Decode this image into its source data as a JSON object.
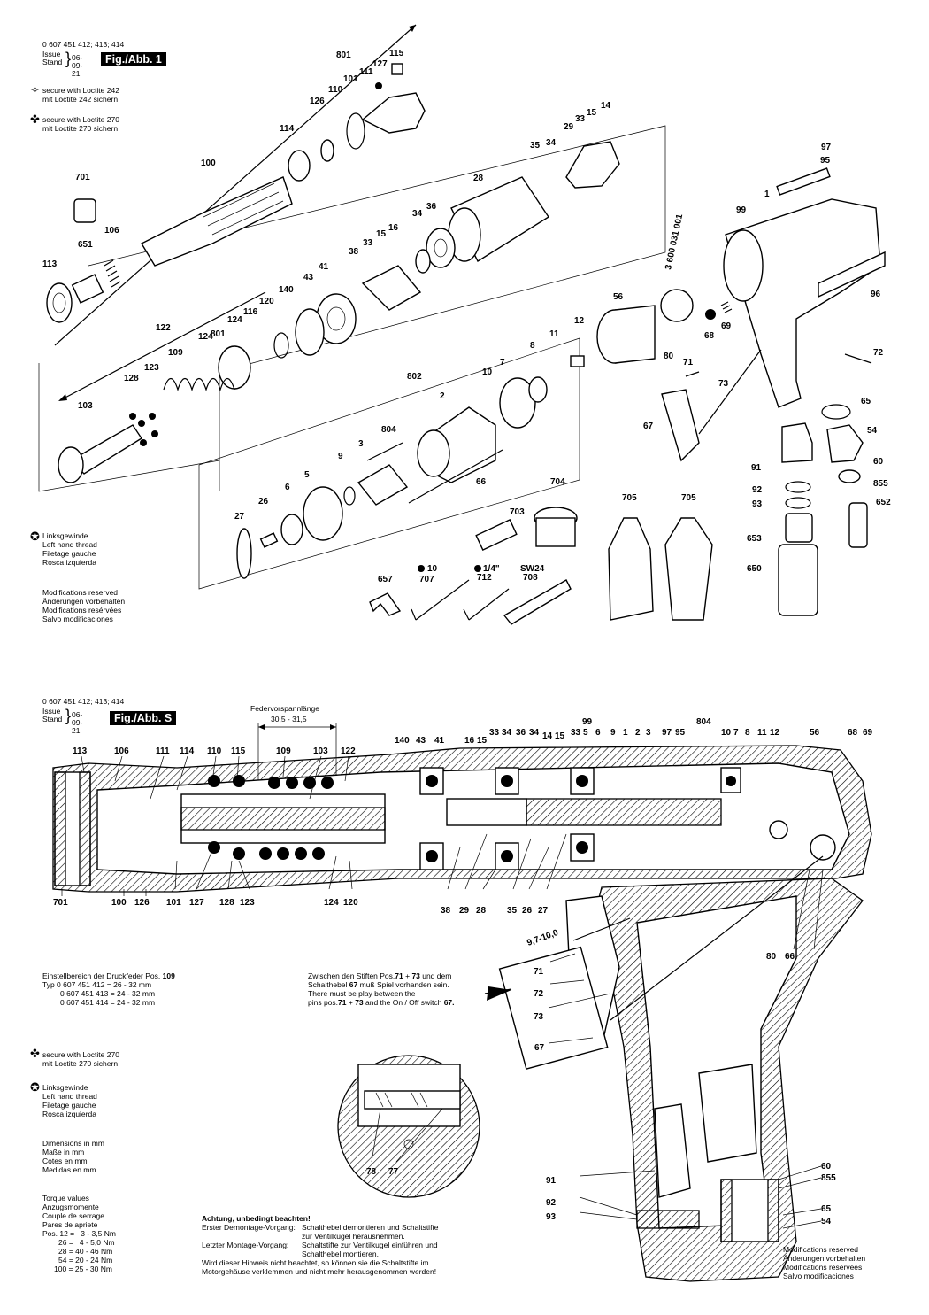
{
  "sheet1": {
    "header": {
      "type_numbers": "0 607 451 412; 413; 414",
      "issue_label": "Issue",
      "stand_label": "Stand",
      "date": "06-09-21",
      "figure": "Fig./Abb. 1"
    },
    "legend": {
      "loctite242_en": "secure with Loctite 242",
      "loctite242_de": "mit Loctite 242 sichern",
      "loctite270_en": "secure with Loctite 270",
      "loctite270_de": "mit Loctite 270 sichern"
    },
    "left_hand_thread": [
      "Linksgewinde",
      "Left hand thread",
      "Filetage gauche",
      "Rosca izquierda"
    ],
    "modifications": [
      "Modifications reserved",
      "Änderungen vorbehalten",
      "Modifications resérvées",
      "Salvo modificaciones"
    ],
    "stamp_number": "3 600 031 001",
    "tools": {
      "t707": "10",
      "t712": "1/4\"",
      "t708": "SW24"
    },
    "part_numbers": [
      "801",
      "115",
      "127",
      "111",
      "101",
      "110",
      "126",
      "114",
      "100",
      "701",
      "106",
      "651",
      "113",
      "14",
      "15",
      "33",
      "29",
      "34",
      "35",
      "28",
      "36",
      "34",
      "16",
      "15",
      "33",
      "38",
      "41",
      "43",
      "140",
      "120",
      "116",
      "124",
      "122",
      "801",
      "124",
      "109",
      "123",
      "128",
      "103",
      "802",
      "2",
      "10",
      "7",
      "8",
      "11",
      "12",
      "56",
      "804",
      "3",
      "9",
      "5",
      "6",
      "26",
      "27",
      "66",
      "704",
      "703",
      "705",
      "705",
      "657",
      "707",
      "712",
      "708",
      "97",
      "95",
      "1",
      "99",
      "96",
      "68",
      "69",
      "80",
      "71",
      "73",
      "72",
      "67",
      "65",
      "54",
      "60",
      "855",
      "652",
      "91",
      "92",
      "93",
      "653",
      "650"
    ]
  },
  "sheet2": {
    "header": {
      "type_numbers": "0 607 451 412; 413; 414",
      "issue_label": "Issue",
      "stand_label": "Stand",
      "date": "06-09-21",
      "figure": "Fig./Abb. S"
    },
    "spring_length": {
      "label": "Federvorspannlänge",
      "value": "30,5 - 31,5"
    },
    "top_labels": [
      "113",
      "106",
      "111",
      "114",
      "110",
      "115",
      "109",
      "103",
      "122",
      "140",
      "43",
      "41",
      "16",
      "15",
      "33",
      "34",
      "36",
      "34",
      "14",
      "15",
      "33",
      "5",
      "6",
      "9",
      "1",
      "2",
      "3",
      "97",
      "95",
      "804",
      "10",
      "7",
      "8",
      "11",
      "12",
      "56",
      "68",
      "69",
      "99"
    ],
    "bottom_labels": [
      "701",
      "100",
      "126",
      "101",
      "127",
      "128",
      "123",
      "124",
      "120",
      "38",
      "29",
      "28",
      "35",
      "26",
      "27"
    ],
    "detail_labels": [
      "9,7-10,0",
      "71",
      "72",
      "73",
      "67",
      "80",
      "66",
      "78",
      "77",
      "91",
      "92",
      "93",
      "60",
      "855",
      "65",
      "54"
    ],
    "spring_range": {
      "title": "Einstellbereich der Druckfeder Pos.",
      "pos": "109",
      "lines": [
        "Typ 0 607 451 412 = 26 - 32 mm",
        "0 607 451 413 = 24 - 32 mm",
        "0 607 451 414 = 24 - 32 mm"
      ]
    },
    "play_note": {
      "de_1": "Zwischen den Stiften Pos.",
      "p71": "71",
      "plus": " + ",
      "p73": "73",
      "de_2": " und dem",
      "de_3": "Schalthebel ",
      "p67": "67",
      "de_4": " muß Spiel vorhanden sein.",
      "en_1": "There must be play between the",
      "en_2": "pins pos.",
      "en_3": " and the On / Off switch ",
      "dot": "."
    },
    "legend": {
      "loctite270_en": "secure with Loctite 270",
      "loctite270_de": "mit Loctite 270 sichern"
    },
    "left_hand_thread": [
      "Linksgewinde",
      "Left hand thread",
      "Filetage gauche",
      "Rosca izquierda"
    ],
    "dimensions": [
      "Dimensions in mm",
      "Maße in mm",
      "Cotes en mm",
      "Medidas en mm"
    ],
    "torque": {
      "lines": [
        "Torque values",
        "Anzugsmomente",
        "Couple de serrage",
        "Pares de apriete"
      ],
      "values": [
        "Pos. 12 =   3 - 3,5 Nm",
        "26 =   4 - 5,0 Nm",
        "28 = 40 - 46 Nm",
        "54 = 20 - 24 Nm",
        "100 = 25 - 30 Nm"
      ]
    },
    "attention": {
      "title": "Achtung, unbedingt beachten!",
      "l1a": "Erster Demontage-Vorgang:",
      "l1b": "Schalthebel demontieren und Schaltstifte",
      "l1c": "zur Ventilkugel herausnehmen.",
      "l2a": "Letzter Montage-Vorgang:",
      "l2b": "Schaltstifte zur Ventilkugel einführen und",
      "l2c": "Schalthebel montieren.",
      "l3": "Wird dieser Hinweis nicht beachtet, so können sie die Schaltstifte im",
      "l4": "Motorgehäuse verklemmen und nicht mehr herausgenommen werden!"
    },
    "modifications": [
      "Modifications reserved",
      "Änderungen vorbehalten",
      "Modifications resérvées",
      "Salvo modificaciones"
    ]
  }
}
